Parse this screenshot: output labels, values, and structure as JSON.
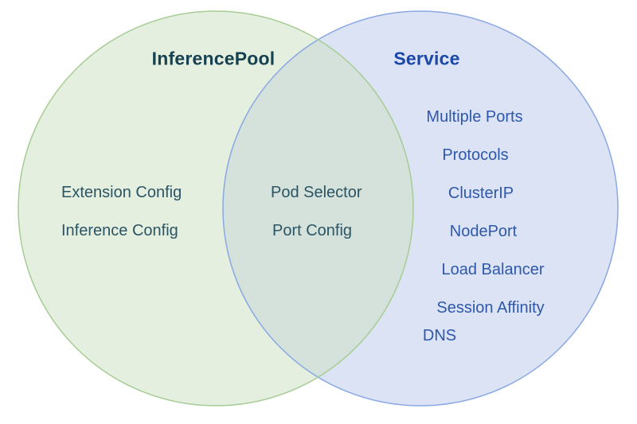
{
  "diagram": {
    "type": "venn",
    "left_set": {
      "title": "InferencePool",
      "items": [
        "Extension Config",
        "Inference Config"
      ]
    },
    "overlap": {
      "items": [
        "Pod Selector",
        "Port Config"
      ]
    },
    "right_set": {
      "title": "Service",
      "items": [
        "Multiple Ports",
        "Protocols",
        "ClusterIP",
        "NodePort",
        "Load Balancer",
        "Session Affinity",
        "DNS"
      ]
    },
    "colors": {
      "left_fill": "#e4efe0",
      "left_stroke": "#a6cd94",
      "right_fill": "#dbe3f4",
      "right_stroke": "#8aa8e4",
      "overlap_fill": "#d4e2db",
      "left_title_text": "#17414f",
      "left_item_text": "#2b5464",
      "right_title_text": "#1b47a8",
      "right_item_text": "#2e58ab",
      "background": "#ffffff"
    }
  }
}
